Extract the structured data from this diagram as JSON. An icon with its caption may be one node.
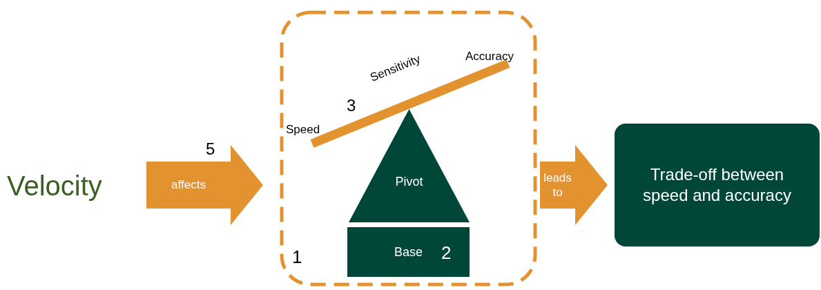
{
  "diagram": {
    "nodes": [
      {
        "text": [
          "Velocity"
        ]
      },
      {
        "text": [
          "1"
        ]
      },
      {
        "text": [
          "Speed",
          "Sensitivity",
          "Accuracy"
        ],
        "in": 1
      },
      {
        "text": [
          "Pivot"
        ],
        "in": 1
      },
      {
        "text": [
          "Base",
          "2"
        ],
        "in": 1
      },
      {
        "text": [
          "Trade-off between speed and accuracy"
        ]
      }
    ],
    "edges": [
      {
        "from": 0,
        "to": 1,
        "arrow": "to",
        "label": "affects",
        "style": "thick"
      },
      {
        "from": 1,
        "to": 5,
        "arrow": "to",
        "label": "leads to",
        "style": "thick"
      }
    ],
    "labels": [
      "5",
      "3"
    ]
  }
}
